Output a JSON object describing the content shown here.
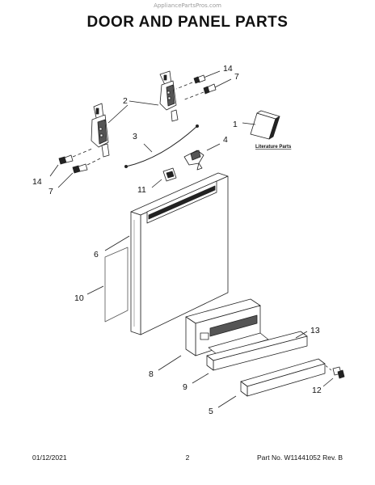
{
  "watermark": "AppliancePartsPros.com",
  "title": "DOOR AND PANEL PARTS",
  "literature_label": "Literature Parts",
  "callouts": {
    "c1": "1",
    "c2": "2",
    "c3": "3",
    "c4": "4",
    "c5": "5",
    "c6": "6",
    "c7a": "7",
    "c7b": "7",
    "c8": "8",
    "c9": "9",
    "c10": "10",
    "c11": "11",
    "c12": "12",
    "c13": "13",
    "c14a": "14",
    "c14b": "14"
  },
  "footer": {
    "date": "01/12/2021",
    "page": "2",
    "part_no": "Part No. W11441052  Rev. B"
  }
}
